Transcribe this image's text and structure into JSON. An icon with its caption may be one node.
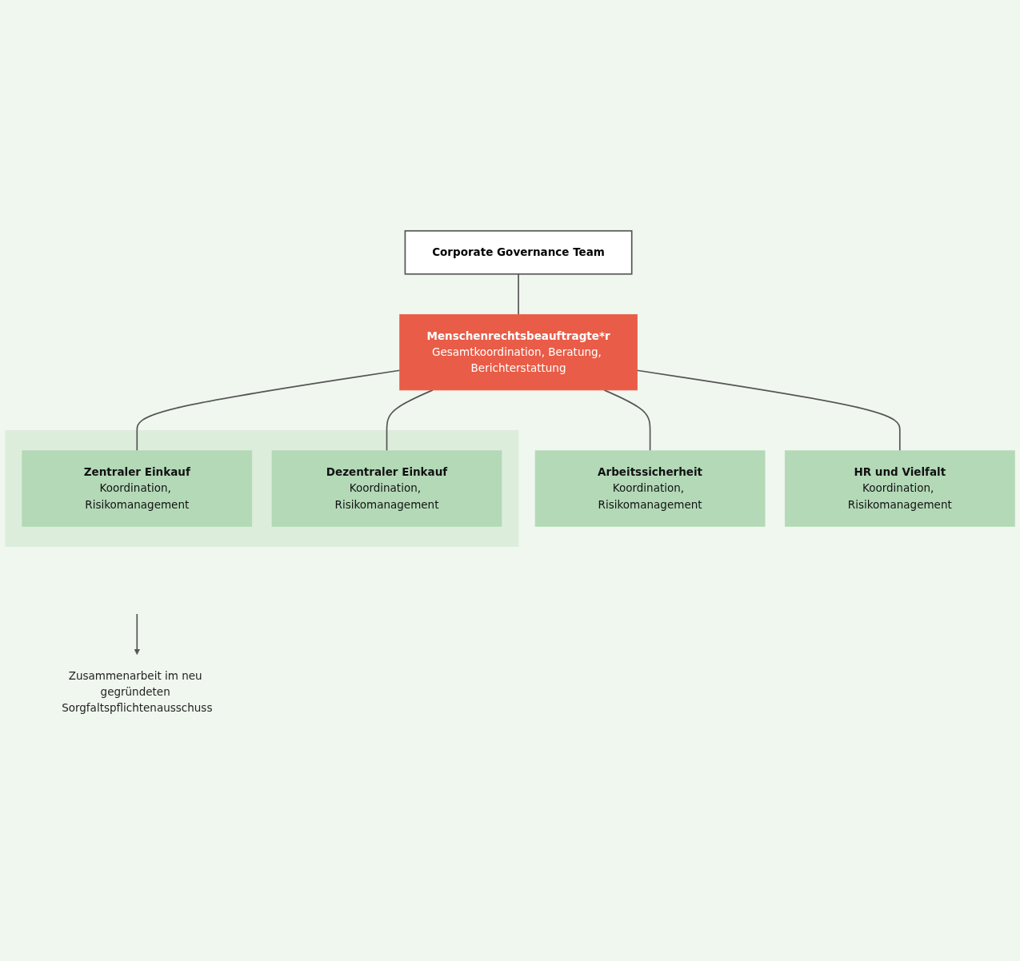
{
  "diagram": {
    "nodes": [
      {
        "text": [
          "Corporate Governance Team"
        ]
      },
      {
        "text": [
          "Menschenrechtsbeauftragte*r",
          "Gesamtkoordination, Beratung, Berichterstattung"
        ]
      },
      {
        "text": [
          "Arbeitssicherheit",
          "Koordination, Risikomanagement"
        ]
      },
      {
        "text": [
          "HR und Vielfalt",
          "Koordination, Risikomanagement"
        ]
      },
      {
        "text": [],
        "shape": "box"
      },
      {
        "text": [
          "Zentraler Einkauf",
          "Koordination, Risikomanagement"
        ],
        "in": 4
      },
      {
        "text": [
          "Dezentraler Einkauf",
          "Koordination, Risikomanagement"
        ],
        "in": 4
      },
      {
        "text": [
          "Zusammenarbeit im neu gegründeten Sorgfaltspflichtenausschuss"
        ]
      }
    ],
    "edges": [
      {
        "from": 0,
        "to": 1,
        "arrow": "none"
      },
      {
        "from": 1,
        "to": 2,
        "arrow": "none"
      },
      {
        "from": 1,
        "to": 3,
        "arrow": "none"
      },
      {
        "from": 1,
        "to": 5,
        "arrow": "none"
      },
      {
        "from": 1,
        "to": 6,
        "arrow": "none"
      },
      {
        "from": null,
        "to": 7,
        "arrow": "to"
      }
    ]
  }
}
